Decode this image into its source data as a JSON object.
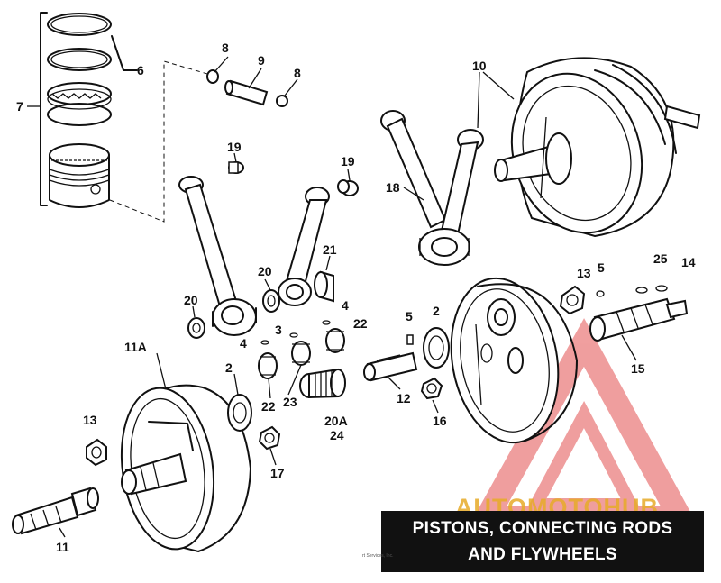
{
  "figure": {
    "callouts": [
      "8",
      "9",
      "8",
      "6",
      "7",
      "10",
      "19",
      "19",
      "18",
      "20",
      "21",
      "20",
      "4",
      "22",
      "3",
      "4",
      "5",
      "2",
      "13",
      "5",
      "25",
      "14",
      "11A",
      "2",
      "22",
      "23",
      "20A",
      "24",
      "12",
      "16",
      "15",
      "13",
      "17",
      "11"
    ],
    "title_line_1": "PISTONS, CONNECTING RODS",
    "title_line_2": "AND FLYWHEELS",
    "credit_line": "rt Services, Inc.",
    "watermark": "AUTOMOTOHUB",
    "colors": {
      "line": "#111111",
      "title_bg": "#111111",
      "title_text": "#ffffff",
      "logo_red": "#e35050"
    }
  }
}
